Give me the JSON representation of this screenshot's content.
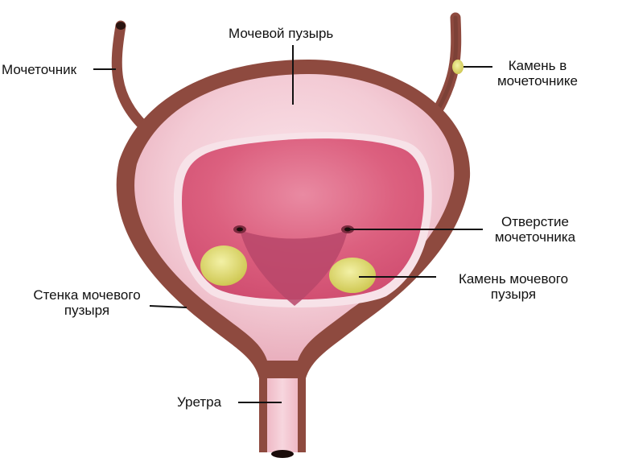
{
  "labels": {
    "bladder": "Мочевой пузырь",
    "ureter": "Мочеточник",
    "ureter_stone_line1": "Камень в",
    "ureter_stone_line2": "мочеточнике",
    "ureter_orifice_line1": "Отверстие",
    "ureter_orifice_line2": "мочеточника",
    "bladder_stone_line1": "Камень мочевого",
    "bladder_stone_line2": "пузыря",
    "bladder_wall_line1": "Стенка мочевого",
    "bladder_wall_line2": "пузыря",
    "urethra": "Уретра"
  },
  "colors": {
    "wall": "#8e4a3f",
    "bladder_outer": "#f2c6d0",
    "lumen": "#d85a7c",
    "trigone": "#b8476a",
    "stone": "#dcd86a",
    "leader": "#111111"
  }
}
